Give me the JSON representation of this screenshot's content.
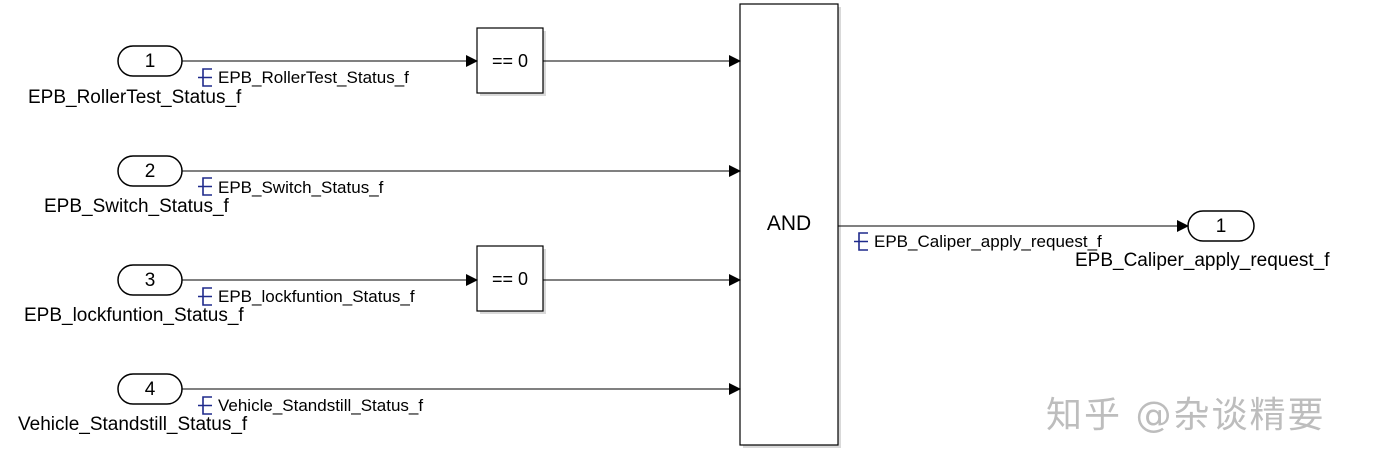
{
  "inports": [
    {
      "number": "1",
      "name": "EPB_RollerTest_Status_f",
      "signal": "EPB_RollerTest_Status_f"
    },
    {
      "number": "2",
      "name": "EPB_Switch_Status_f",
      "signal": "EPB_Switch_Status_f"
    },
    {
      "number": "3",
      "name": "EPB_lockfuntion_Status_f",
      "signal": "EPB_lockfuntion_Status_f"
    },
    {
      "number": "4",
      "name": "Vehicle_Standstill_Status_f",
      "signal": "Vehicle_Standstill_Status_f"
    }
  ],
  "compare_blocks": [
    {
      "label": "== 0"
    },
    {
      "label": "== 0"
    }
  ],
  "logic_block": {
    "label": "AND"
  },
  "outport": {
    "number": "1",
    "name": "EPB_Caliper_apply_request_f",
    "signal": "EPB_Caliper_apply_request_f"
  },
  "watermark": "知乎 @杂谈精要"
}
